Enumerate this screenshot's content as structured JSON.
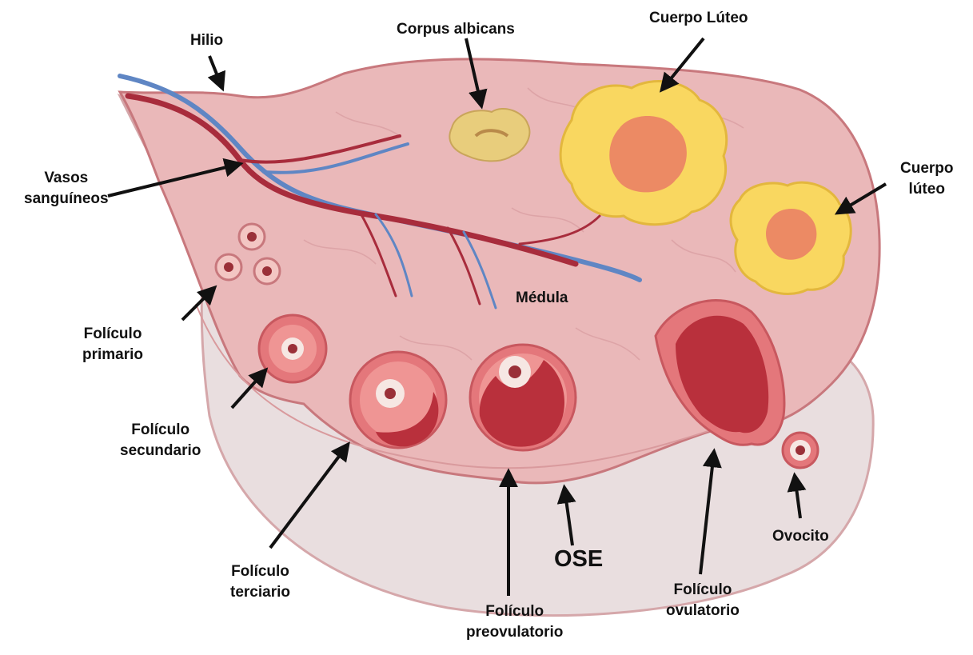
{
  "colors": {
    "outer_tissue": "#e9dedf",
    "outer_edge": "#d7a8ab",
    "cortex": "#eab9ba",
    "cortex_edge": "#c9797e",
    "follicle_light": "#ef8f8f",
    "follicle_dark": "#b9303c",
    "luteum_yellow": "#f9d760",
    "luteum_core": "#ec8a64",
    "albicans": "#e8cd7c",
    "vessel_red": "#a82c3c",
    "vessel_blue": "#5f86c4",
    "arrow": "#111111"
  },
  "labels": {
    "hilio": "Hilio",
    "corpus_albicans": "Corpus albicans",
    "cuerpo_luteo_1": "Cuerpo Lúteo",
    "cuerpo_luteo_2": [
      "Cuerpo",
      "lúteo"
    ],
    "vasos": [
      "Vasos",
      "sanguíneos"
    ],
    "medula": "Médula",
    "foliculo_primario": [
      "Folículo",
      "primario"
    ],
    "foliculo_secundario": [
      "Folículo",
      "secundario"
    ],
    "foliculo_terciario": [
      "Folículo",
      "terciario"
    ],
    "foliculo_preovulatorio": [
      "Folículo",
      "preovulatorio"
    ],
    "ose": "OSE",
    "foliculo_ovulatorio": [
      "Folículo",
      "ovulatorio"
    ],
    "ovocito": "Ovocito"
  }
}
